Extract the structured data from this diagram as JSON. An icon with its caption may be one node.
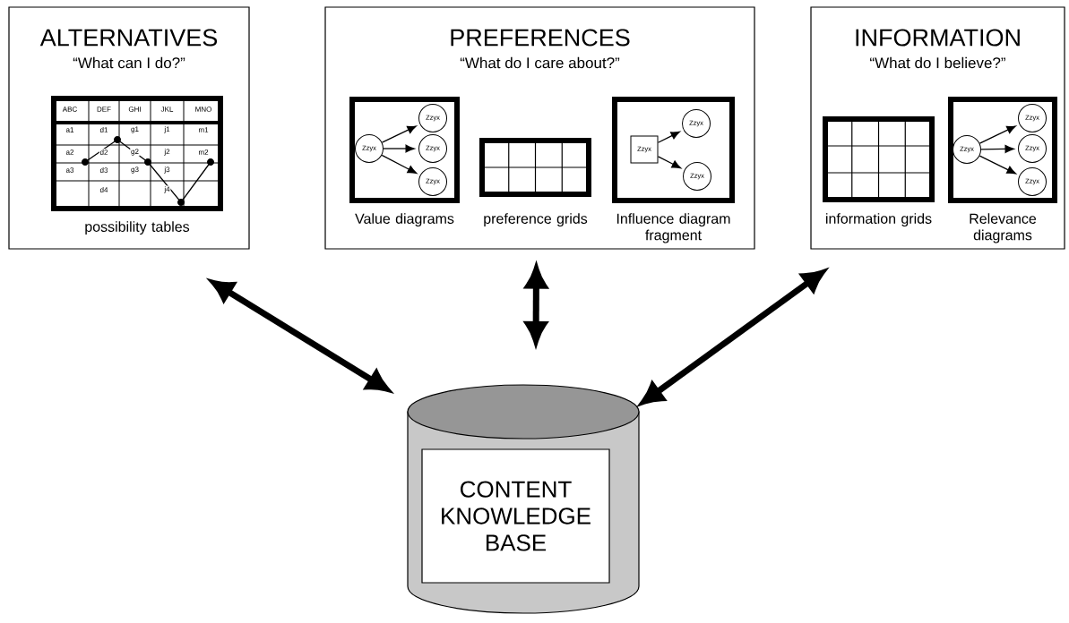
{
  "diagram": {
    "nodes": [
      {
        "text": [
          "ALTERNATIVES",
          "“What can I do?”"
        ]
      },
      {
        "text": [],
        "shape": "box",
        "in": 0,
        "beside": [
          "possibility tables"
        ]
      },
      {
        "text": [
          "PREFERENCES",
          "“What do I care about?”"
        ]
      },
      {
        "text": [],
        "shape": "box",
        "in": 2,
        "beside": [
          "Value diagrams"
        ]
      },
      {
        "text": [
          "Zzyx"
        ],
        "in": 3
      },
      {
        "text": [
          "Zzyx"
        ],
        "in": 3
      },
      {
        "text": [
          "Zzyx"
        ],
        "in": 3
      },
      {
        "text": [
          "Zzyx"
        ],
        "in": 3
      },
      {
        "text": [],
        "shape": "box",
        "in": 2,
        "beside": [
          "preference grids"
        ]
      },
      {
        "text": [],
        "shape": "box",
        "in": 2,
        "beside": [
          "Influence diagram fragment"
        ]
      },
      {
        "text": [
          "Zzyx"
        ],
        "in": 9
      },
      {
        "text": [
          "Zzyx"
        ],
        "in": 9
      },
      {
        "text": [
          "Zzyx"
        ],
        "in": 9
      },
      {
        "text": [
          "INFORMATION",
          "“What do I believe?”"
        ]
      },
      {
        "text": [],
        "shape": "box",
        "in": 13,
        "beside": [
          "information grids"
        ]
      },
      {
        "text": [],
        "shape": "box",
        "in": 13,
        "beside": [
          "Relevance diagrams"
        ]
      },
      {
        "text": [
          "Zzyx"
        ],
        "in": 15
      },
      {
        "text": [
          "Zzyx"
        ],
        "in": 15
      },
      {
        "text": [
          "Zzyx"
        ],
        "in": 15
      },
      {
        "text": [
          "Zzyx"
        ],
        "in": 15
      },
      {
        "text": [],
        "shape": "cylinder"
      },
      {
        "text": [
          "CONTENT KNOWLEDGE BASE"
        ],
        "in": 20
      }
    ],
    "edges": [
      {
        "from": 4,
        "to": 5,
        "arrow": "to"
      },
      {
        "from": 4,
        "to": 6,
        "arrow": "to"
      },
      {
        "from": 4,
        "to": 7,
        "arrow": "to"
      },
      {
        "from": 10,
        "to": 11,
        "arrow": "to"
      },
      {
        "from": 10,
        "to": 12,
        "arrow": "to"
      },
      {
        "from": 16,
        "to": 17,
        "arrow": "to"
      },
      {
        "from": 16,
        "to": 18,
        "arrow": "to"
      },
      {
        "from": 16,
        "to": 19,
        "arrow": "to"
      },
      {
        "from": 0,
        "to": 20,
        "arrow": "both",
        "style": "thick"
      },
      {
        "from": 2,
        "to": 20,
        "arrow": "both",
        "style": "thick"
      },
      {
        "from": 13,
        "to": 20,
        "arrow": "both",
        "style": "thick"
      }
    ],
    "labels": [
      "ABC",
      "DEF",
      "GHI",
      "JKL",
      "MNO",
      "a1",
      "d1",
      "g1",
      "j1",
      "m1",
      "a2",
      "d2",
      "g2",
      "j2",
      "m2",
      "a3",
      "d3",
      "g3",
      "j3",
      "d4",
      "j4"
    ]
  }
}
